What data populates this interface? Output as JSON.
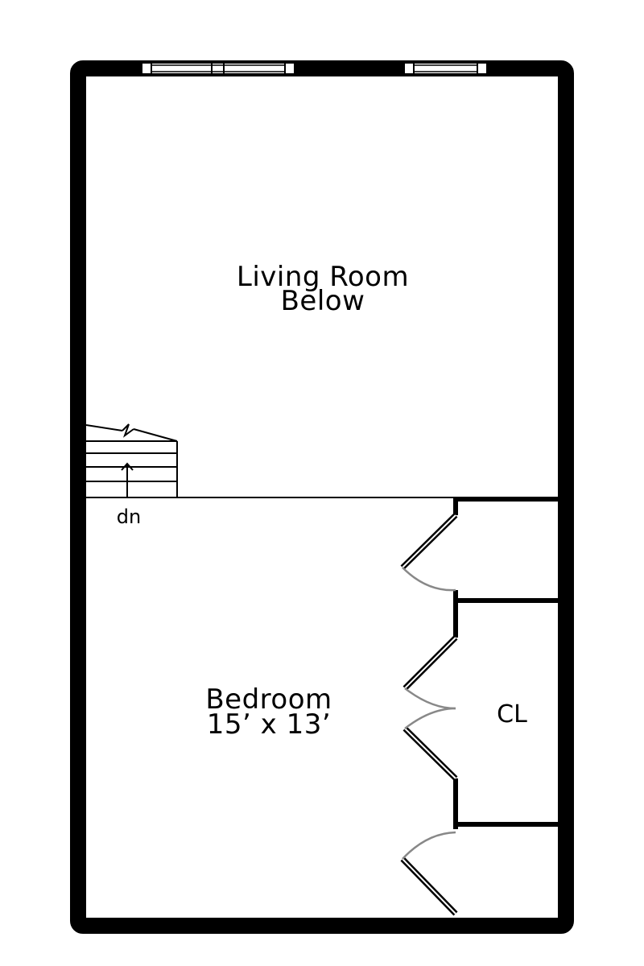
{
  "rooms": {
    "living": {
      "line1": "Living Room",
      "line2": "Below"
    },
    "bedroom": {
      "line1": "Bedroom",
      "line2": "15’ x 13’"
    },
    "closet": {
      "label": "CL"
    }
  },
  "stairs": {
    "label": "dn"
  },
  "colors": {
    "wall": "#000000",
    "door_swing": "#888888",
    "background": "#ffffff"
  }
}
